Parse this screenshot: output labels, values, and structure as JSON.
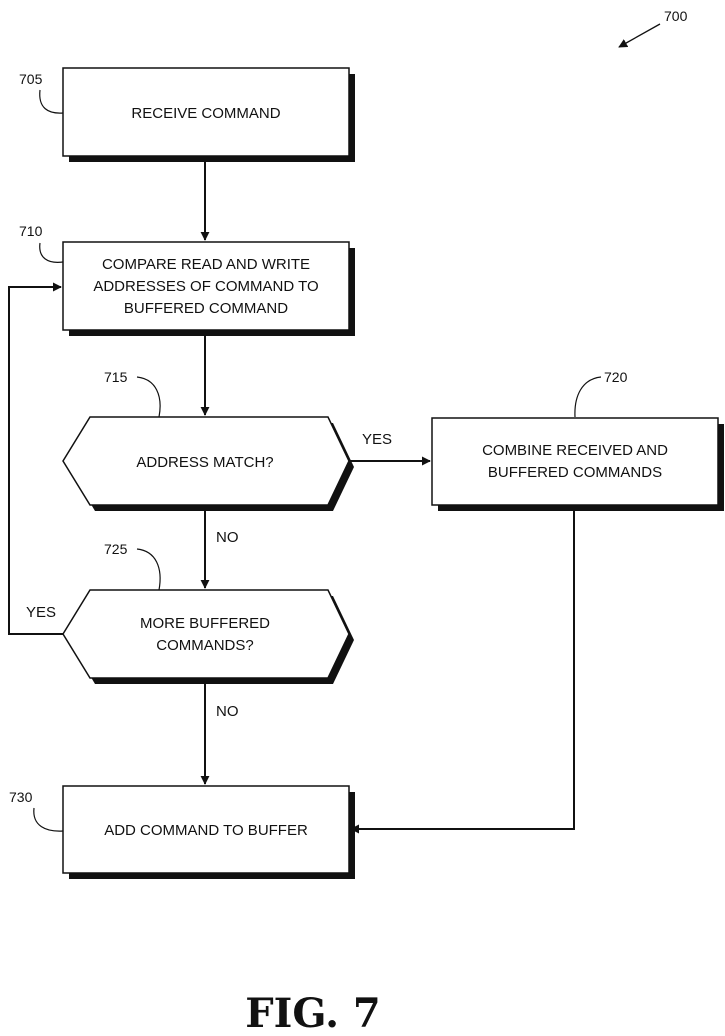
{
  "figure": {
    "ref_number": "700",
    "caption": "FIG. 7"
  },
  "nodes": {
    "receive": {
      "ref": "705",
      "lines": [
        "RECEIVE COMMAND"
      ]
    },
    "compare": {
      "ref": "710",
      "lines": [
        "COMPARE READ AND WRITE",
        "ADDRESSES OF COMMAND TO",
        "BUFFERED COMMAND"
      ]
    },
    "match": {
      "ref": "715",
      "lines": [
        "ADDRESS MATCH?"
      ]
    },
    "combine": {
      "ref": "720",
      "lines": [
        "COMBINE RECEIVED AND",
        "BUFFERED COMMANDS"
      ]
    },
    "more": {
      "ref": "725",
      "lines": [
        "MORE BUFFERED",
        "COMMANDS?"
      ]
    },
    "add": {
      "ref": "730",
      "lines": [
        "ADD COMMAND TO BUFFER"
      ]
    }
  },
  "edges": {
    "match_yes": "YES",
    "match_no": "NO",
    "more_yes": "YES",
    "more_no": "NO"
  }
}
